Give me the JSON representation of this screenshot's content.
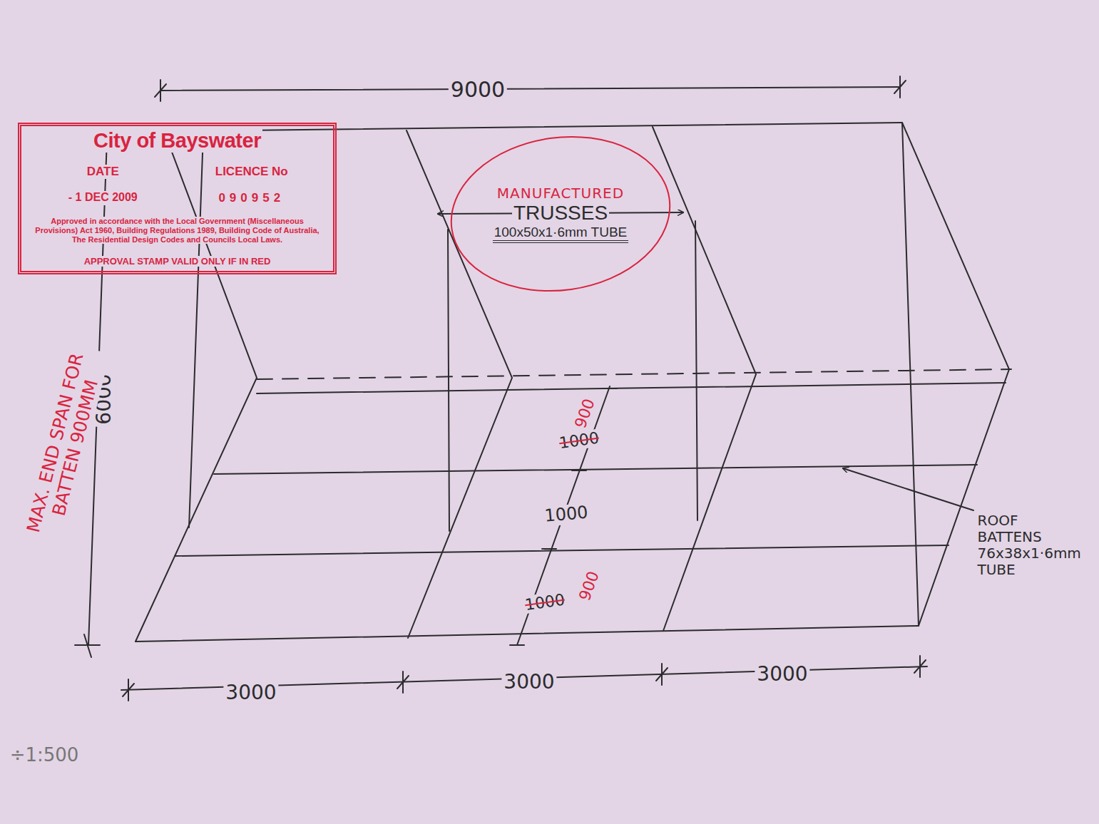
{
  "diagram": {
    "nodes": [
      {
        "text": [
          "City of Bayswater",
          "DATE",
          "LICENCE No",
          "- 1 DEC 2009",
          "090952",
          "Approved in accordance with the Local Government (Miscellaneous Provisions) Act 1960, Building Regulations 1989, Building Code of Australia, The Residential Design Codes and Councils Local Laws.",
          "APPROVAL STAMP VALID ONLY IF IN RED"
        ]
      },
      {
        "text": [
          "MANUFACTURED",
          "TRUSSES",
          "100x50x1·6mm TUBE"
        ]
      }
    ],
    "labels": [
      "9000",
      "6000",
      "3000",
      "3000",
      "3000",
      "900",
      "1000",
      "1000",
      "1000",
      "900",
      "MAX. END SPAN FOR BATTEN 900MM",
      "ROOF BATTENS 76x38x1·6mm TUBE",
      "÷1:500"
    ]
  }
}
